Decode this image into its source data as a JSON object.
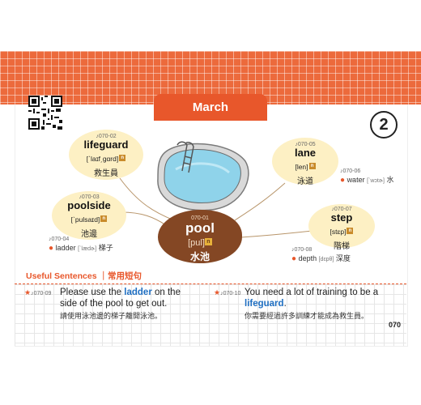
{
  "header": {
    "month": "March",
    "day": "2"
  },
  "center": {
    "code": "070-01",
    "word": "pool",
    "ipa": "[pul]",
    "pos": "n",
    "zh": "水池"
  },
  "words": [
    {
      "code": "070-02",
      "word": "lifeguard",
      "ipa": "[ˋlaɪf͵gɑrd]",
      "pos": "n",
      "zh": "救生員"
    },
    {
      "code": "070-03",
      "word": "poolside",
      "ipa": "[ˋpulsaɪd]",
      "pos": "n",
      "zh": "池邊"
    },
    {
      "code": "070-05",
      "word": "lane",
      "ipa": "[len]",
      "pos": "n",
      "zh": "泳道"
    },
    {
      "code": "070-07",
      "word": "step",
      "ipa": "[stɛp]",
      "pos": "n",
      "zh": "階梯"
    }
  ],
  "related": [
    {
      "code": "070-04",
      "word": "ladder",
      "ipa": "[ˋlædɚ]",
      "zh": "梯子"
    },
    {
      "code": "070-06",
      "word": "water",
      "ipa": "[ˋwɔtɚ]",
      "zh": "水"
    },
    {
      "code": "070-08",
      "word": "depth",
      "ipa": "[dɛpθ]",
      "zh": "深度"
    }
  ],
  "sentences": {
    "title": "Useful Sentences ｜常用短句",
    "items": [
      {
        "code": "070-09",
        "before": "Please use the ",
        "highlight": "ladder",
        "after": " on the side of the pool to get out.",
        "zh": "請使用泳池邊的梯子離開泳池。"
      },
      {
        "code": "070-10",
        "before": "You need a lot of training to be a ",
        "highlight": "lifeguard",
        "after": ".",
        "zh": "你需要經過許多訓練才能成為救生員。"
      }
    ]
  },
  "page_number": "070",
  "colors": {
    "accent": "#e8572b",
    "band": "#ec6a3c",
    "blob": "#fdf0c4",
    "center_blob": "#844724",
    "highlight": "#1f6fc2"
  },
  "icons": {
    "audio": "music-note-icon",
    "star": "star-icon",
    "qr": "qr-code-icon"
  }
}
